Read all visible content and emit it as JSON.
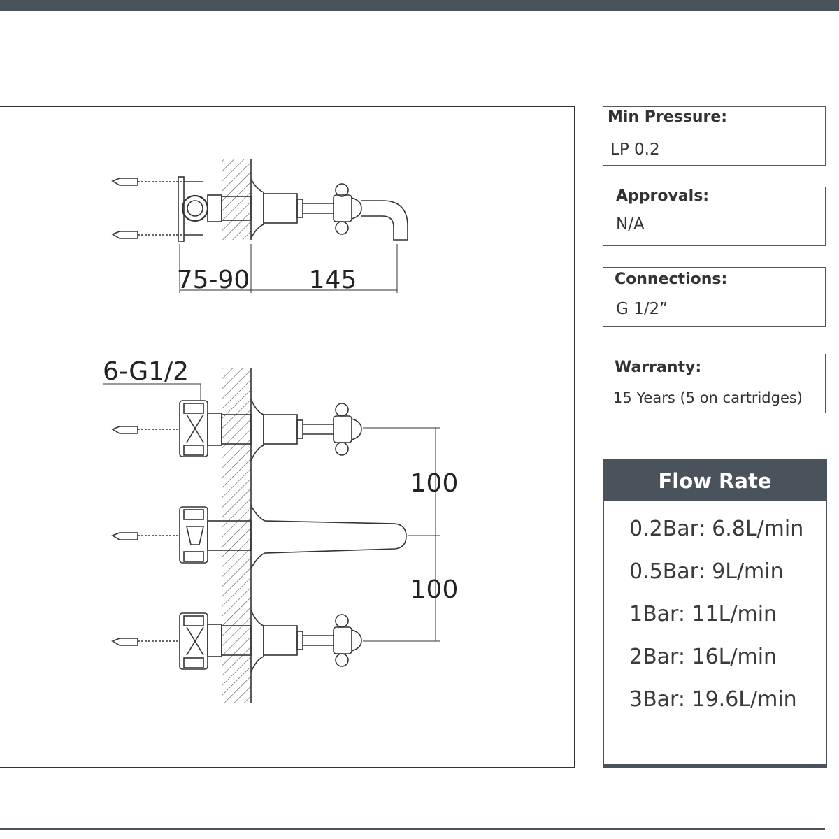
{
  "drawing": {
    "dim_depth": "75-90",
    "dim_spout": "145",
    "dim_connection": "6-G1/2",
    "dim_spacing_upper": "100",
    "dim_spacing_lower": "100"
  },
  "specs": [
    {
      "label": "Min Pressure:",
      "value": "LP 0.2"
    },
    {
      "label": "Approvals:",
      "value": "N/A"
    },
    {
      "label": "Connections:",
      "value": "G 1/2”"
    },
    {
      "label": "Warranty:",
      "value": "15 Years (5 on cartridges)"
    }
  ],
  "flow_rate": {
    "title": "Flow Rate",
    "items": [
      "0.2Bar: 6.8L/min",
      "0.5Bar: 9L/min",
      "1Bar: 11L/min",
      "2Bar: 16L/min",
      "3Bar: 19.6L/min"
    ]
  },
  "colors": {
    "accent": "#4a535c",
    "line": "#333333"
  }
}
